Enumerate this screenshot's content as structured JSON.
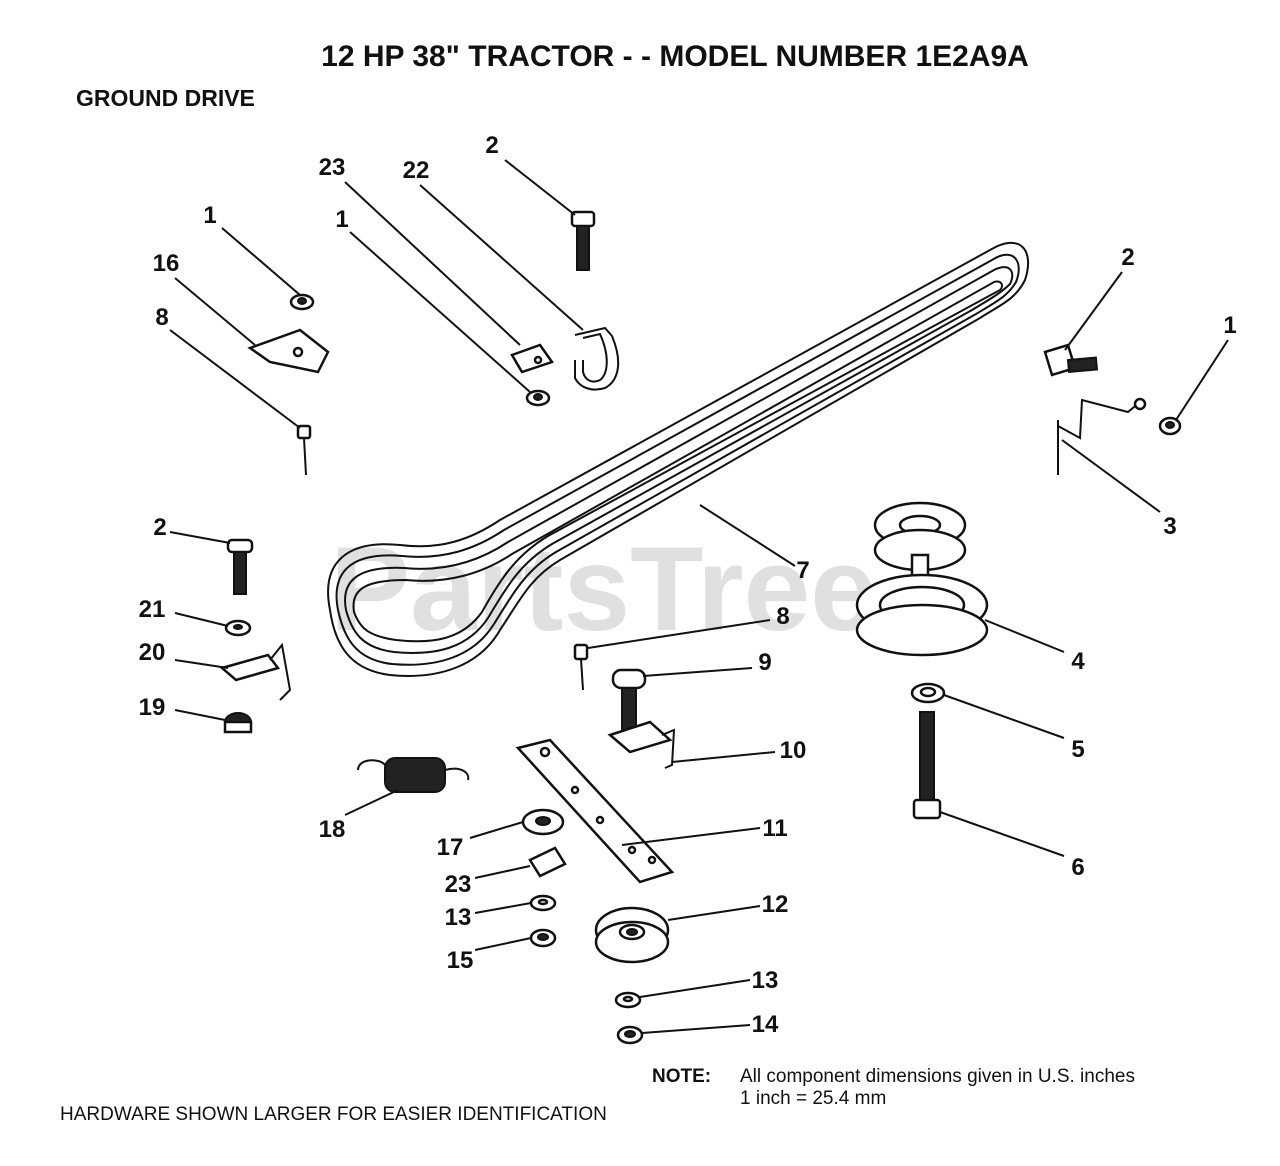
{
  "title": "12 HP 38\" TRACTOR - - MODEL NUMBER 1E2A9A",
  "section": "GROUND DRIVE",
  "watermark": "PartsTree",
  "note": {
    "label": "NOTE:",
    "line1": "All component dimensions given in U.S. inches",
    "line2": "1 inch = 25.4 mm"
  },
  "footer": "HARDWARE SHOWN LARGER FOR EASIER IDENTIFICATION",
  "callouts": [
    {
      "id": "c1",
      "label": "23"
    },
    {
      "id": "c2",
      "label": "22"
    },
    {
      "id": "c3",
      "label": "2"
    },
    {
      "id": "c4",
      "label": "1"
    },
    {
      "id": "c5",
      "label": "1"
    },
    {
      "id": "c6",
      "label": "16"
    },
    {
      "id": "c7",
      "label": "8"
    },
    {
      "id": "c8",
      "label": "2"
    },
    {
      "id": "c9",
      "label": "1"
    },
    {
      "id": "c10",
      "label": "3"
    },
    {
      "id": "c11",
      "label": "2"
    },
    {
      "id": "c12",
      "label": "7"
    },
    {
      "id": "c13",
      "label": "21"
    },
    {
      "id": "c14",
      "label": "8"
    },
    {
      "id": "c15",
      "label": "20"
    },
    {
      "id": "c16",
      "label": "9"
    },
    {
      "id": "c17",
      "label": "4"
    },
    {
      "id": "c18",
      "label": "19"
    },
    {
      "id": "c19",
      "label": "10"
    },
    {
      "id": "c20",
      "label": "5"
    },
    {
      "id": "c21",
      "label": "18"
    },
    {
      "id": "c22",
      "label": "11"
    },
    {
      "id": "c23",
      "label": "17"
    },
    {
      "id": "c24",
      "label": "6"
    },
    {
      "id": "c25",
      "label": "23"
    },
    {
      "id": "c26",
      "label": "12"
    },
    {
      "id": "c27",
      "label": "13"
    },
    {
      "id": "c28",
      "label": "15"
    },
    {
      "id": "c29",
      "label": "13"
    },
    {
      "id": "c30",
      "label": "14"
    }
  ]
}
